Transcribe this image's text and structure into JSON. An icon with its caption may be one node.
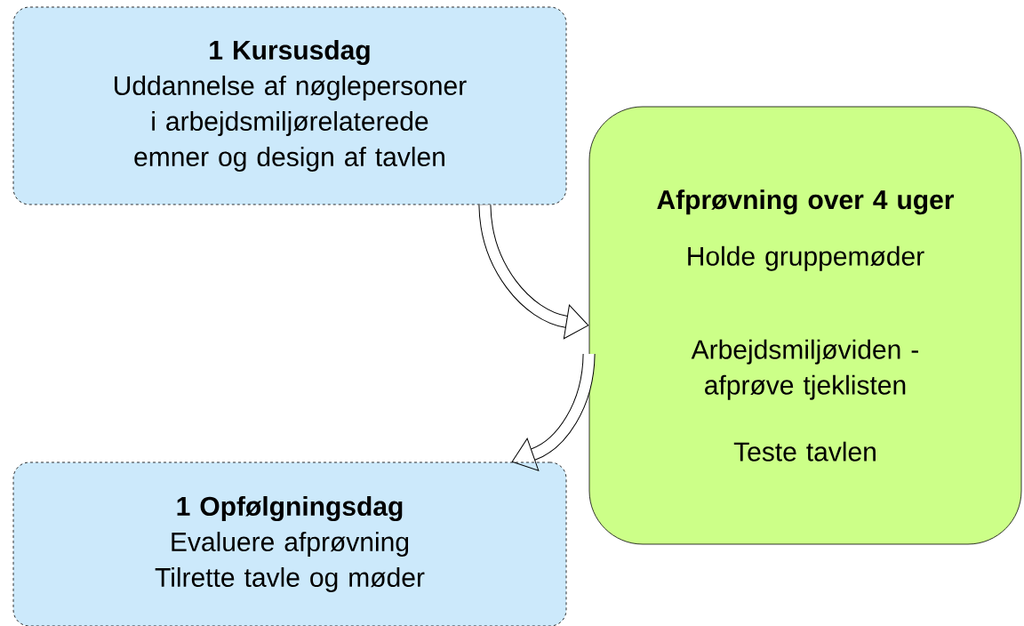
{
  "diagram": {
    "nodes": [
      {
        "text": [
          "1 Kursusdag",
          "Uddannelse af nøglepersoner i arbejdsmiljørelaterede emner og design af tavlen"
        ]
      },
      {
        "text": [
          "Afprøvning over 4 uger",
          "Holde gruppemøder",
          "Arbejdsmiljøviden - afprøve tjeklisten",
          "Teste tavlen"
        ]
      },
      {
        "text": [
          "1 Opfølgningsdag",
          "Evaluere afprøvning Tilrette tavle og møder"
        ]
      }
    ],
    "edges": [
      {
        "from": 0,
        "to": 1,
        "arrow": "to"
      },
      {
        "from": 1,
        "to": 2,
        "arrow": "to"
      }
    ]
  }
}
